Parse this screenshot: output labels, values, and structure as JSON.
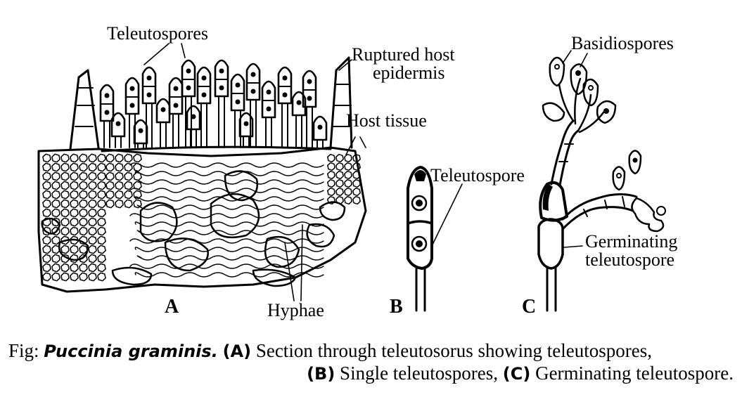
{
  "labels": {
    "teleutospores": "Teleutospores",
    "ruptured_line1": "Ruptured host",
    "ruptured_line2": "epidermis",
    "host_tissue": "Host tissue",
    "hyphae": "Hyphae",
    "part_a": "A",
    "teleutospore": "Teleutospore",
    "part_b": "B",
    "basidiospores": "Basidiospores",
    "germinating_line1": "Germinating",
    "germinating_line2": "teleutospore",
    "part_c": "C"
  },
  "caption": {
    "prefix": "Fig:",
    "species": "Puccinia graminis.",
    "a_tag": "(A)",
    "a_text": "Section through teleutosorus showing teleutospores,",
    "b_tag": "(B)",
    "b_text": "Single teleutospores,",
    "c_tag": "(C)",
    "c_text": "Germinating teleutospore."
  }
}
